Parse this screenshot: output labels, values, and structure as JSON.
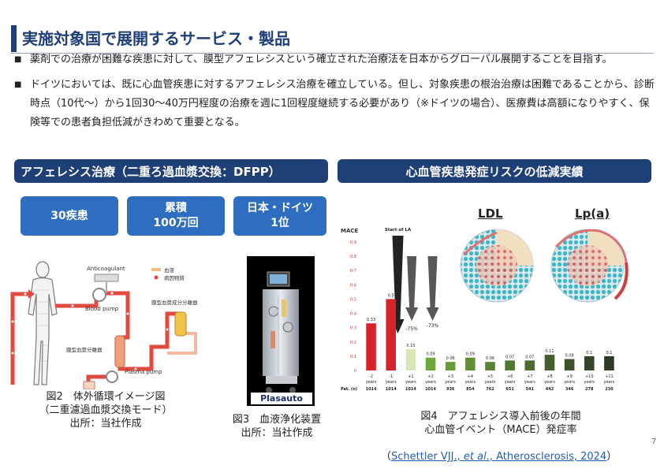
{
  "header": {
    "title": "実施対象国で展開するサービス・製品"
  },
  "bullets": [
    {
      "text": "薬剤での治療が困難な疾患に対して、膜型アフェレシスという確立された治療法を日本からグローバル展開することを目指す。"
    },
    {
      "text": "ドイツにおいては、既に心血管疾患に対するアフェレシス治療を確立している。但し、対象疾患の根治治療は困難であることから、診断時点（10代〜）から1回30〜40万円程度の治療を週に1回程度継続する必要があり（※ドイツの場合）、医療費は高額になりやすく、保険等での患者負担低減がきわめて重要となる。"
    }
  ],
  "left_section": {
    "heading": "アフェレシス治療（二重ろ過血漿交換：DFPP）",
    "stats": [
      {
        "line1": "30疾患",
        "line2": ""
      },
      {
        "line1": "累積",
        "line2": "100万回"
      },
      {
        "line1": "日本・ドイツ",
        "line2": "1位"
      }
    ],
    "diagram_labels": {
      "anticoagulant": "Anticoagulant",
      "blood_pump": "Blood pump",
      "plasma_pump": "Plasma pump",
      "legend_blood": "血液",
      "legend_pathogen": "病因物質",
      "fractionator": "膜型血漿成分分離器",
      "separator": "膜型血漿分離器"
    },
    "figure2_caption": [
      "図2　体外循環イメージ図",
      "（二重濾過血漿交換モード）",
      "出所：当社作成"
    ],
    "device_brand": "Plasauto",
    "figure3_caption": [
      "図3　血液浄化装置",
      "出所：当社作成"
    ]
  },
  "right_section": {
    "heading": "心血管疾患発症リスクの低減実績",
    "ldl_label": "LDL",
    "lpa_label": "Lp(a)",
    "figure4_caption": [
      "図4　アフェレシス導入前後の年間",
      "心血管イベント（MACE）発症率"
    ],
    "reference": {
      "open": "（",
      "authors": "Schettler VJJ., ",
      "etal": "et al.",
      "rest": ", Atherosclerosis, 2024",
      "close": "）"
    }
  },
  "page_number": "7",
  "chart_data": {
    "type": "bar",
    "ylabel": "MACE",
    "annotation": "Start of LA",
    "ylim": [
      0,
      0.9
    ],
    "yticks": [
      0,
      0.1,
      0.2,
      0.3,
      0.4,
      0.5,
      0.6,
      0.7,
      0.8,
      0.9
    ],
    "categories": [
      "-2 years",
      "-1 years",
      "+1 years",
      "+2 years",
      "+3 years",
      "+4 years",
      "+5 years",
      "+6 years",
      "+7 years",
      "+8 years",
      "+9 years",
      "+10 years",
      "+11 years"
    ],
    "values": [
      0.33,
      0.5,
      0.15,
      0.09,
      0.06,
      0.09,
      0.06,
      0.07,
      0.07,
      0.11,
      0.08,
      0.1,
      0.1
    ],
    "pat_n_label": "Pat. (n)",
    "pat_n": [
      1014,
      1014,
      1014,
      1014,
      936,
      854,
      762,
      651,
      541,
      442,
      346,
      278,
      230
    ],
    "reduction_labels": [
      "-75%",
      "-73%"
    ],
    "colors": {
      "before": "#d8222a",
      "first_after": "#dbe6b8",
      "after_start": "#6fa83a",
      "after_end": "#2e3a26"
    }
  }
}
